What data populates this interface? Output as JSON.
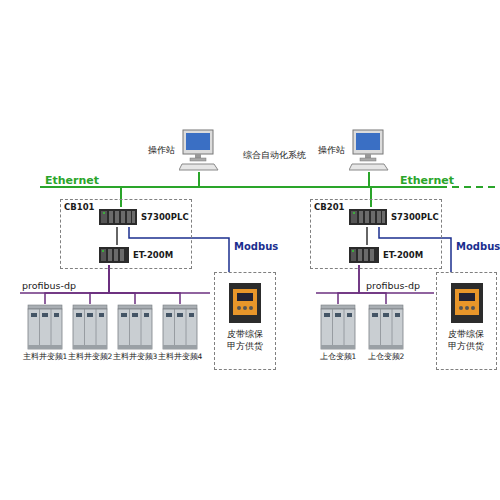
{
  "diagram": {
    "nodes": [
      {
        "text": [
          "操作站"
        ]
      },
      {
        "text": [
          "操作站"
        ]
      },
      {
        "text": [
          "CB101"
        ]
      },
      {
        "text": [
          "S7300PLC"
        ],
        "in": 2
      },
      {
        "text": [
          "ET-200M"
        ],
        "in": 2
      },
      {
        "text": [
          "主料井变频1"
        ]
      },
      {
        "text": [
          "主料井变频2"
        ]
      },
      {
        "text": [
          "主料井变频3"
        ]
      },
      {
        "text": [
          "主料井变频4"
        ]
      },
      {
        "text": [
          "皮带综保 甲方供货"
        ]
      },
      {
        "text": [
          "CB201"
        ]
      },
      {
        "text": [
          "S7300PLC"
        ],
        "in": 10
      },
      {
        "text": [
          "ET-200M"
        ],
        "in": 10
      },
      {
        "text": [
          "上仓变频1"
        ]
      },
      {
        "text": [
          "上仓变频2"
        ]
      },
      {
        "text": [
          "皮带综保 甲方供货"
        ]
      }
    ],
    "edges": [
      {
        "from": 0,
        "to": 3,
        "arrow": "none"
      },
      {
        "from": 1,
        "to": 11,
        "arrow": "none"
      },
      {
        "from": 3,
        "to": 4,
        "arrow": "none"
      },
      {
        "from": 3,
        "to": 9,
        "label": "Modbus",
        "arrow": "none"
      },
      {
        "from": 4,
        "to": 5,
        "arrow": "none"
      },
      {
        "from": 4,
        "to": 6,
        "arrow": "none"
      },
      {
        "from": 4,
        "to": 7,
        "arrow": "none"
      },
      {
        "from": 4,
        "to": 8,
        "arrow": "none"
      },
      {
        "from": 11,
        "to": 12,
        "arrow": "none"
      },
      {
        "from": 11,
        "to": 15,
        "label": "Modbus",
        "arrow": "none"
      },
      {
        "from": 12,
        "to": 13,
        "arrow": "none"
      },
      {
        "from": 12,
        "to": 14,
        "arrow": "none"
      }
    ],
    "labels": [
      "综合自动化系统",
      "Ethernet",
      "Ethernet",
      "profibus-dp",
      "profibus-dp"
    ]
  }
}
